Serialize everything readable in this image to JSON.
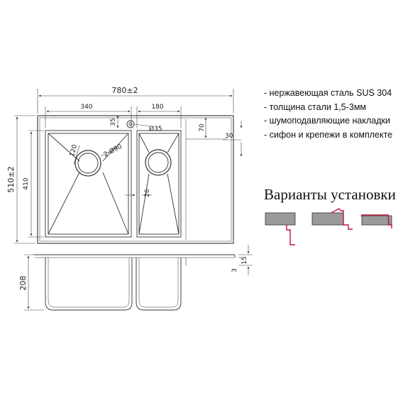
{
  "specs": {
    "items": [
      "- нержавеющая сталь SUS 304",
      "- толщина стали 1,5-3мм",
      "- шумоподавляющие накладки",
      "- сифон и крепежи в комплекте"
    ]
  },
  "installation": {
    "title": "Варианты установки",
    "accent_color": "#c0143c"
  },
  "dimensions": {
    "overall_width": "780±2",
    "overall_depth": "510±2",
    "left_bowl_width": "340",
    "right_bowl_width": "180",
    "bowl_depth": "410",
    "bowl_height": "208",
    "overflow_offset": "35",
    "overflow_dia": "Ø35",
    "drain_offset": "70",
    "edge": "30",
    "left_radius": "120",
    "drain_holes": "2-Ø90",
    "partition": "26",
    "rim_height": "15",
    "rim_thickness": "3"
  }
}
